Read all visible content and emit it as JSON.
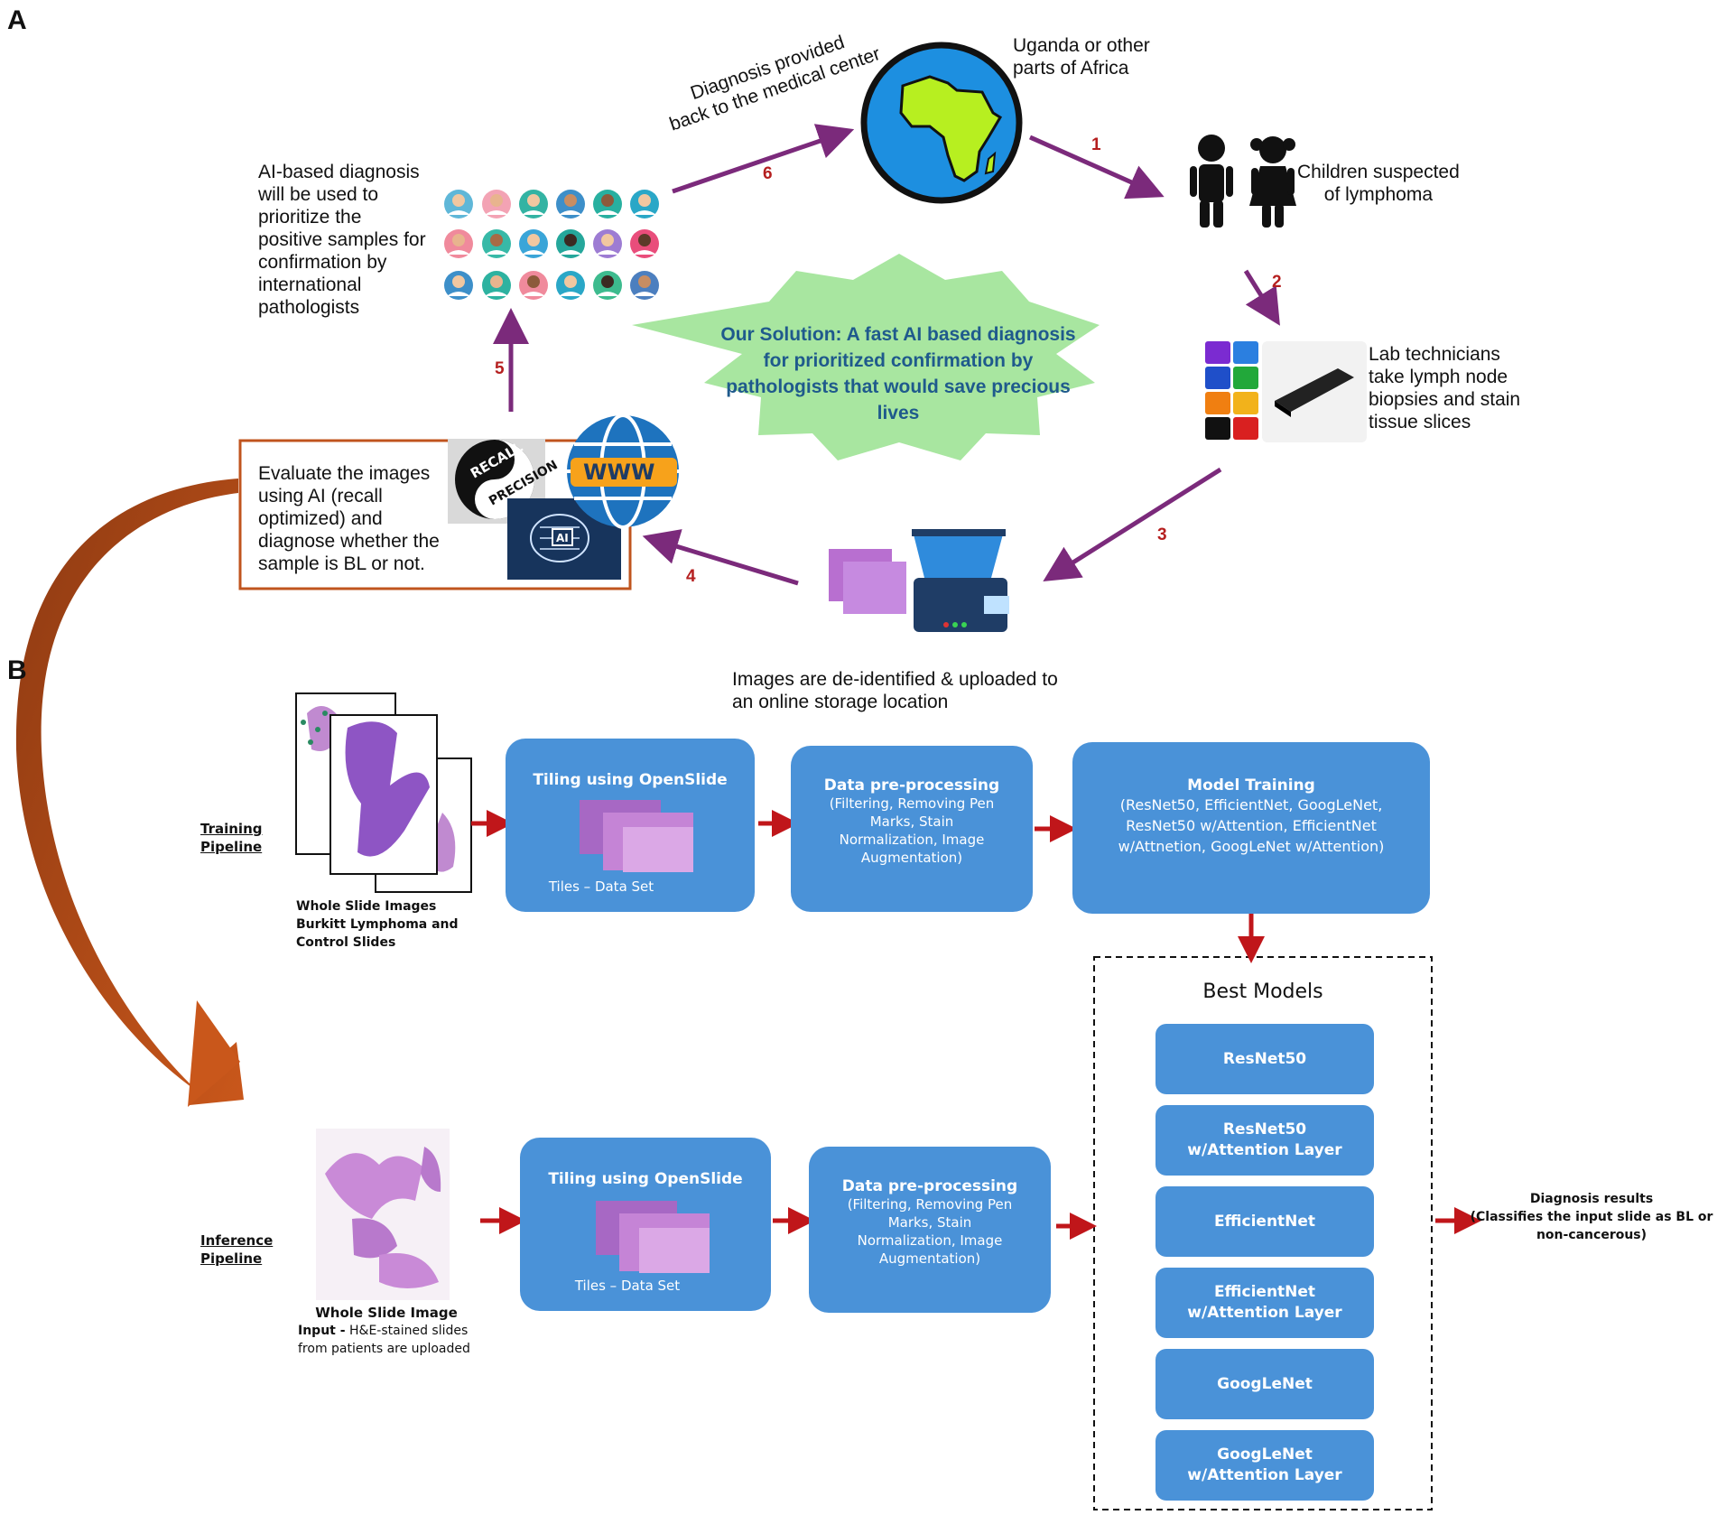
{
  "panel_a": {
    "letter": "A",
    "africa_label": [
      "Uganda or other",
      "parts of Africa"
    ],
    "children_label": [
      "Children suspected",
      "of lymphoma"
    ],
    "lab_label": [
      "Lab technicians",
      "take lymph node",
      "biopsies and stain",
      "tissue slices"
    ],
    "upload_label": [
      "Images are de-identified & uploaded to",
      "an online storage location"
    ],
    "evaluate_label": [
      "Evaluate the images",
      "using AI (recall",
      "optimized) and",
      "diagnose whether the",
      "sample is BL or not."
    ],
    "ai_diagnosis_label": [
      "AI-based diagnosis",
      "will be used to",
      "prioritize the",
      "positive samples for",
      "confirmation by",
      "international",
      "pathologists"
    ],
    "diagnosis_back_label": [
      "Diagnosis provided",
      "back to the medical center"
    ],
    "solution_text": [
      "Our Solution: A fast AI based diagnosis",
      "for prioritized confirmation by",
      "pathologists that would save precious",
      "lives"
    ],
    "step_numbers": [
      "1",
      "2",
      "3",
      "4",
      "5",
      "6"
    ],
    "recall_text": "RECALL",
    "precision_text": "PRECISION",
    "www_text": "WWW",
    "ai_chip_text": "AI",
    "arrow_color": "#7b2a7b",
    "number_color": "#b51f1f",
    "solution_color": "#a8e6a0",
    "evaluate_border_color": "#c0541e",
    "curve_arrow_color": "#b5511c"
  },
  "panel_b": {
    "letter": "B",
    "training_pipeline_label": [
      "Training",
      "Pipeline"
    ],
    "inference_pipeline_label": [
      "Inference",
      "Pipeline"
    ],
    "wsi_training_caption": [
      "Whole Slide Images",
      "Burkitt Lymphoma and",
      "Control Slides"
    ],
    "wsi_inference_caption_title": "Whole Slide Image",
    "wsi_inference_caption_input": "Input -",
    "wsi_inference_caption_rest": [
      " H&E-stained slides",
      "from patients are uploaded"
    ],
    "tiling_title": "Tiling using OpenSlide",
    "tiling_sub": "Tiles – Data Set",
    "preproc_title": "Data pre-processing",
    "preproc_sub": [
      "(Filtering, Removing Pen",
      "Marks, Stain",
      "Normalization, Image",
      "Augmentation)"
    ],
    "model_training_title": "Model Training",
    "model_training_sub": [
      "(ResNet50, EfficientNet, GoogLeNet,",
      "ResNet50 w/Attention, EfficientNet",
      "w/Attnetion, GoogLeNet w/Attention)"
    ],
    "best_models_title": "Best Models",
    "best_models": [
      [
        "ResNet50"
      ],
      [
        "ResNet50",
        "w/Attention Layer"
      ],
      [
        "EfficientNet"
      ],
      [
        "EfficientNet",
        "w/Attention Layer"
      ],
      [
        "GoogLeNet"
      ],
      [
        "GoogLeNet",
        "w/Attention Layer"
      ]
    ],
    "diagnosis_results": [
      "Diagnosis results",
      "(Classifies the input slide as BL or",
      "non-cancerous)"
    ],
    "box_color": "#4a92d8",
    "red_arrow_color": "#c0161a"
  }
}
